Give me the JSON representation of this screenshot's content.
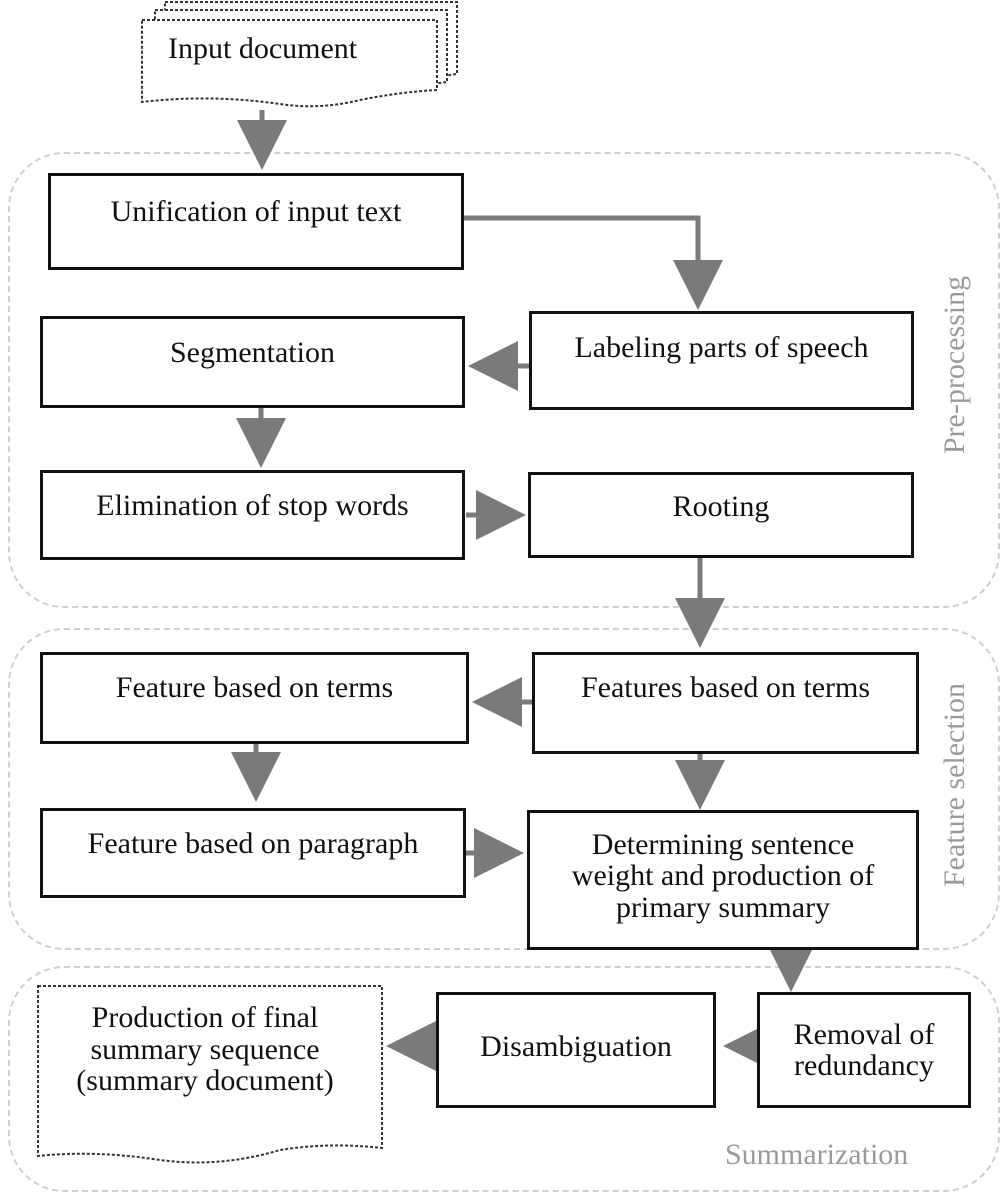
{
  "groups": {
    "preprocessing": "Pre-processing",
    "feature_selection": "Feature selection",
    "summarization": "Summarization"
  },
  "nodes": {
    "input_document": "Input document",
    "unification": "Unification of input text",
    "labeling": "Labeling parts of speech",
    "segmentation": "Segmentation",
    "stopwords": "Elimination of stop words",
    "rooting": "Rooting",
    "feature_terms": "Feature based on terms",
    "features_terms": "Features based on terms",
    "feature_paragraph": "Feature based on paragraph",
    "sentence_weight": [
      "Determining sentence",
      "weight and production of",
      "primary summary"
    ],
    "removal_redundancy": [
      "Removal of",
      "redundancy"
    ],
    "disambiguation": "Disambiguation",
    "final_summary": [
      "Production of final",
      "summary sequence",
      "(summary document)"
    ]
  },
  "colors": {
    "box_border": "#111111",
    "arrow": "#7a7a7a",
    "group_border": "#cfcfcf",
    "group_label": "#9a9a9a"
  }
}
